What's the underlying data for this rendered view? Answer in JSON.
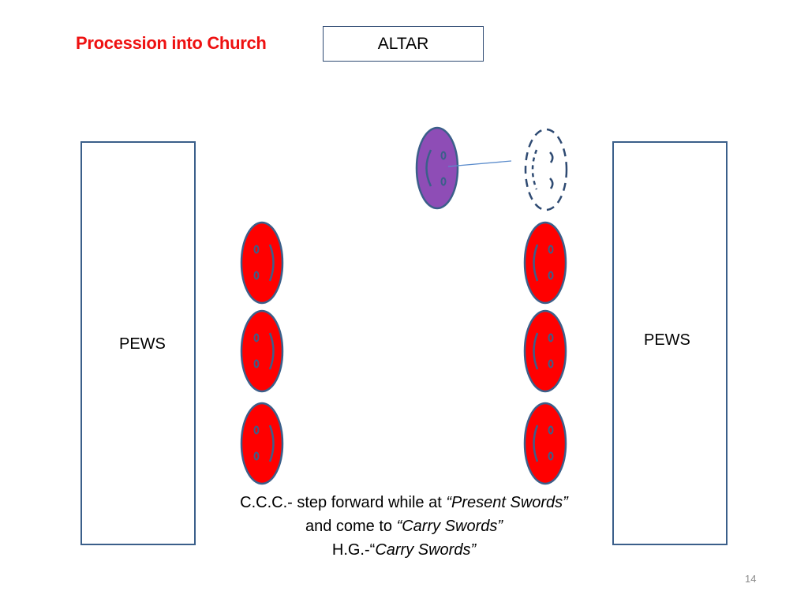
{
  "slide": {
    "title": "Procession into Church",
    "altar_label": "ALTAR",
    "pews_left_label": "PEWS",
    "pews_right_label": "PEWS",
    "instructions": {
      "line1_prefix": "C.C.C.- step forward while at ",
      "line1_italic": "“Present Swords”",
      "line2_prefix": "and come to ",
      "line2_italic": "“Carry Swords”",
      "line3_prefix": "H.G.-“",
      "line3_italic": "Carry Swords”"
    },
    "page_number": "14"
  },
  "colors": {
    "title": "#ee1111",
    "member_fill": "#ff0000",
    "leader_fill": "#8e4db6",
    "outline": "#3b5f8a"
  }
}
